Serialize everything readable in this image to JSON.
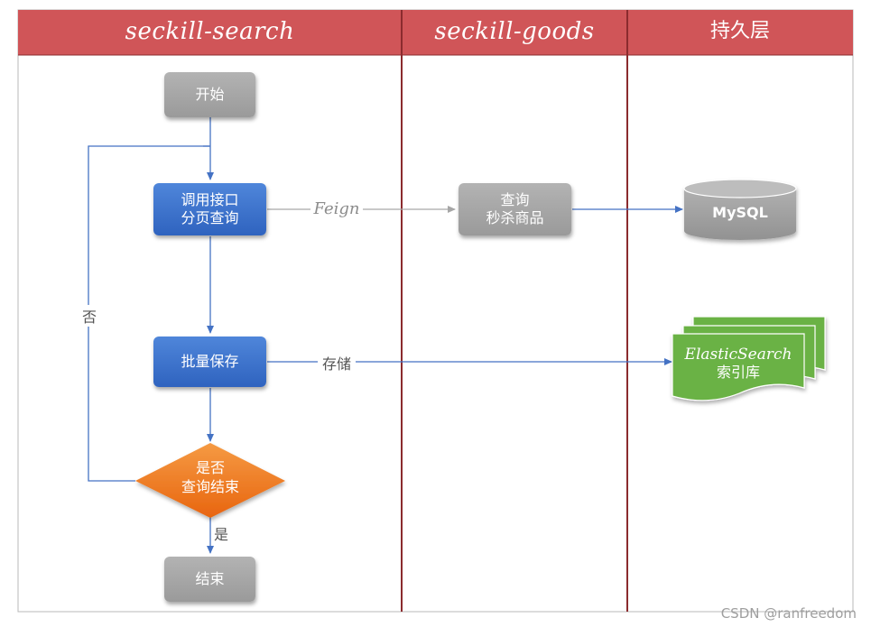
{
  "lanes": [
    {
      "title": "seckill-search"
    },
    {
      "title": "seckill-goods"
    },
    {
      "title": "持久层"
    }
  ],
  "nodes": {
    "start": {
      "text": "开始"
    },
    "call_api": {
      "line1": "调用接口",
      "line2": "分页查询"
    },
    "batch_save": {
      "text": "批量保存"
    },
    "decision": {
      "line1": "是否",
      "line2": "查询结束"
    },
    "end": {
      "text": "结束"
    },
    "query_goods": {
      "line1": "查询",
      "line2": "秒杀商品"
    },
    "mysql": {
      "text": "MySQL"
    },
    "es": {
      "line1": "ElasticSearch",
      "line2": "索引库"
    }
  },
  "edge_labels": {
    "feign": "Feign",
    "store": "存储",
    "no": "否",
    "yes": "是"
  },
  "colors": {
    "lane_header": "#d05558",
    "lane_border": "#8b2b2e",
    "arrow": "#4472c4",
    "gray_node": "#a6a6a6",
    "blue_node": "#3a6fcc",
    "diamond": "#f07b22",
    "es_green": "#6ab245"
  },
  "watermark": "CSDN @ranfreedom"
}
